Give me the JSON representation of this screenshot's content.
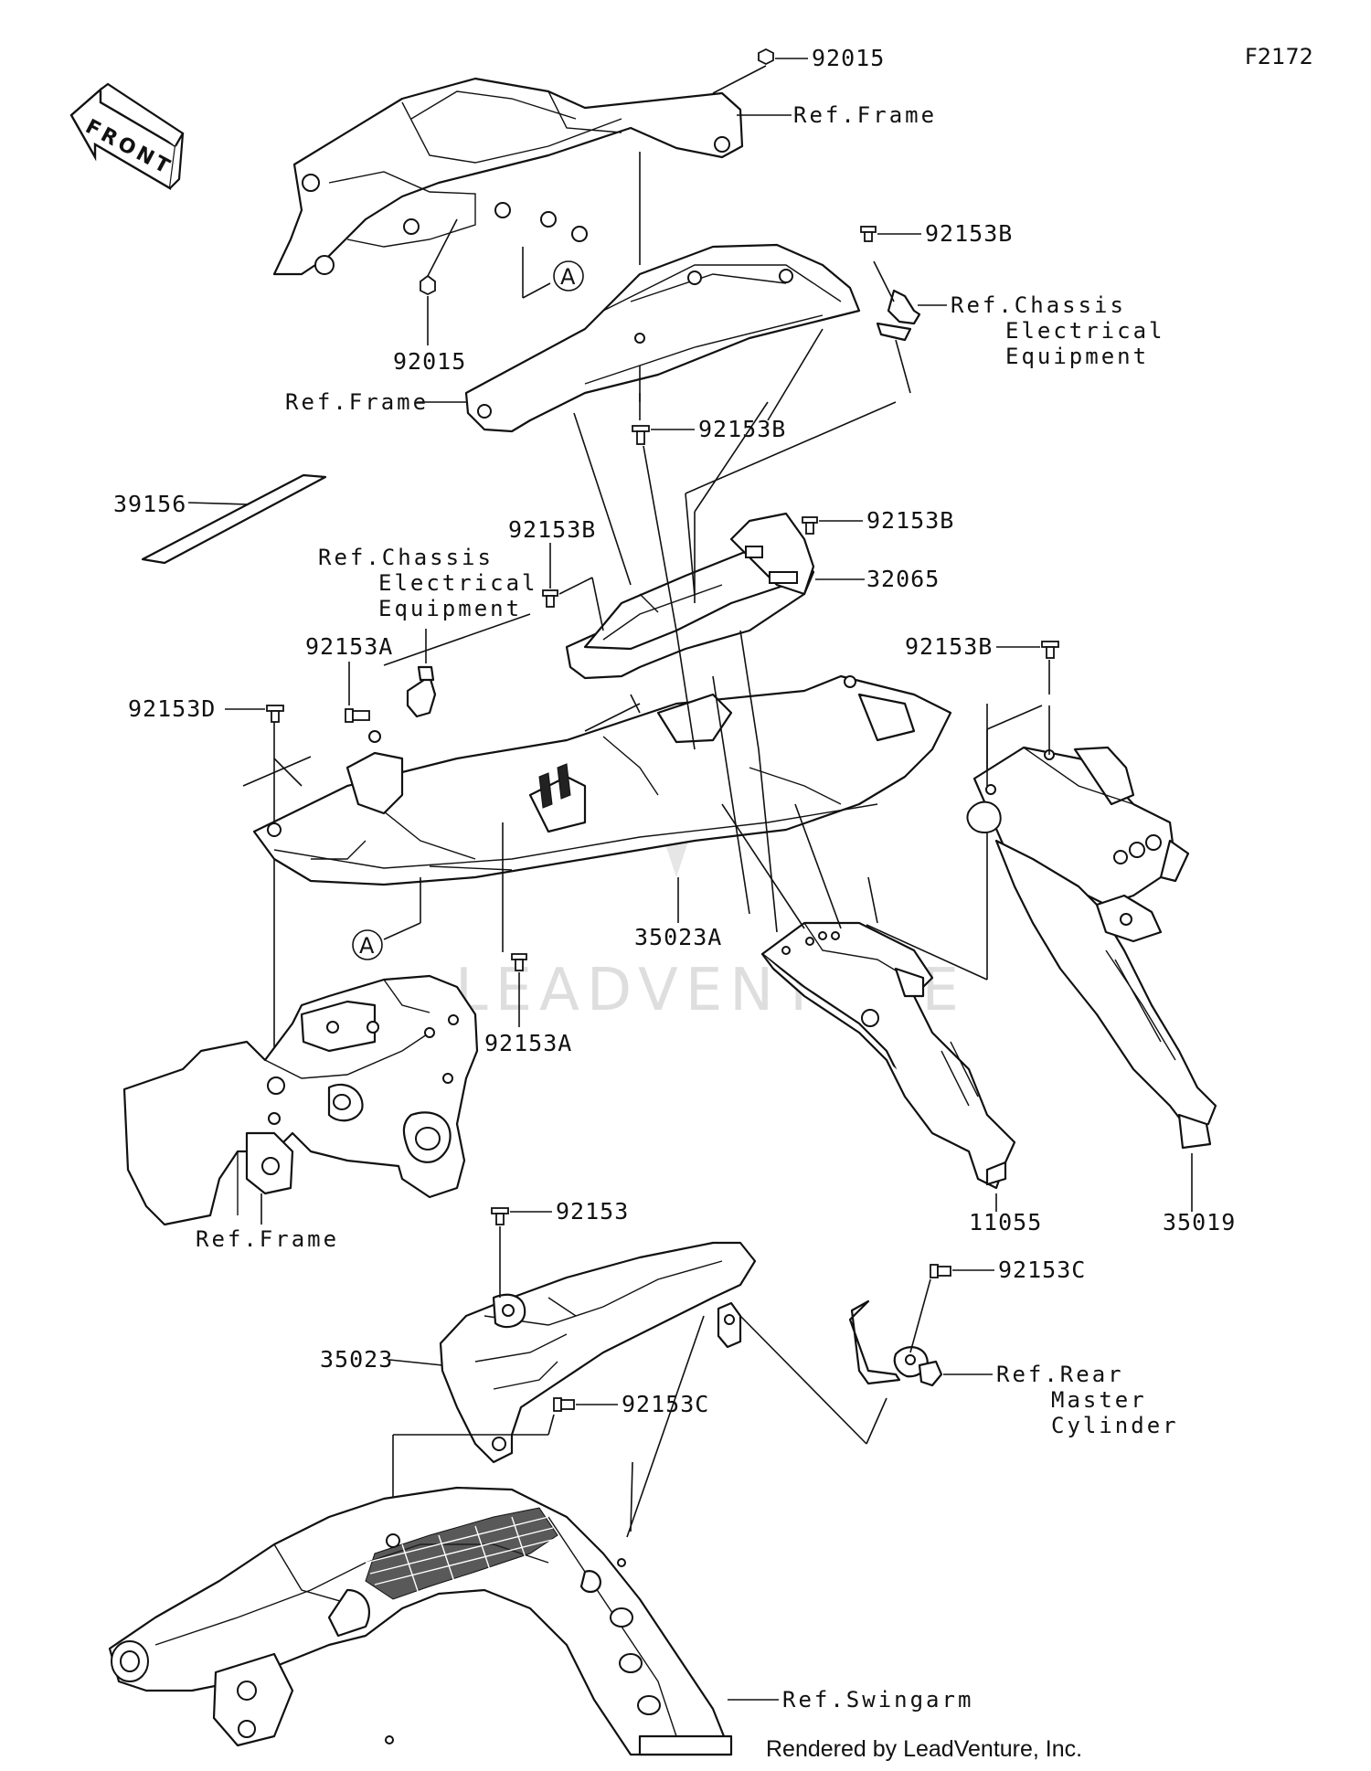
{
  "figure_code": "F2172",
  "front_arrow": "FRONT",
  "watermark": "LEADVENTURE",
  "credit": "Rendered by LeadVenture, Inc.",
  "callout_letter": "A",
  "labels": {
    "p92015_top": "92015",
    "p92015_left": "92015",
    "ref_frame_top": "Ref.Frame",
    "ref_frame_mid": "Ref.Frame",
    "ref_frame_low": "Ref.Frame",
    "p92153B_a": "92153B",
    "p92153B_b": "92153B",
    "p92153B_c": "92153B",
    "p92153B_d": "92153B",
    "p92153B_e": "92153B",
    "ref_chassis_right": [
      "Ref.Chassis",
      "Electrical",
      "Equipment"
    ],
    "ref_chassis_left": [
      "Ref.Chassis",
      "Electrical",
      "Equipment"
    ],
    "p39156": "39156",
    "p32065": "32065",
    "p92153A_a": "92153A",
    "p92153A_b": "92153A",
    "p92153D": "92153D",
    "p35023A": "35023A",
    "p11055": "11055",
    "p35019": "35019",
    "p92153": "92153",
    "p92153C_a": "92153C",
    "p92153C_b": "92153C",
    "p35023": "35023",
    "ref_rear_master": [
      "Ref.Rear",
      "Master",
      "Cylinder"
    ],
    "ref_swingarm": "Ref.Swingarm"
  }
}
